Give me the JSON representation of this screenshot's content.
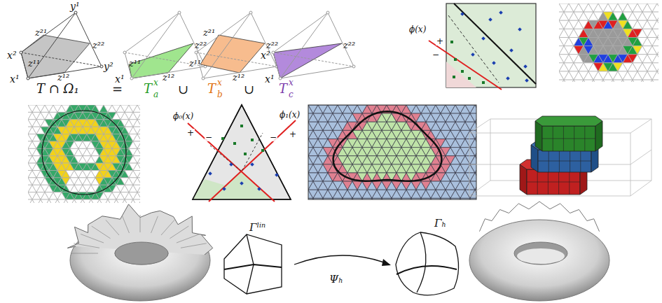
{
  "diagram": {
    "labels": [
      "y¹",
      "z²¹",
      "x²",
      "z¹¹",
      "x¹",
      "z¹²",
      "z²²",
      "y²",
      "z¹¹",
      "z²²",
      "x¹",
      "z¹²",
      "z²¹",
      "z²²",
      "z¹¹",
      "z¹²",
      "x²",
      "z²²",
      "x¹",
      "T ∩ Ω₁",
      "=",
      "T",
      "a",
      "x",
      "∪",
      "T",
      "b",
      "x",
      "∪",
      "T",
      "c",
      "x",
      "ϕ(x)",
      "+",
      "−",
      "ϕ₀(x)",
      "ϕ₁(x)",
      "+",
      "−",
      "−",
      "+",
      "Γˡⁱⁿ",
      "Ψₕ",
      "Γₕ"
    ]
  }
}
